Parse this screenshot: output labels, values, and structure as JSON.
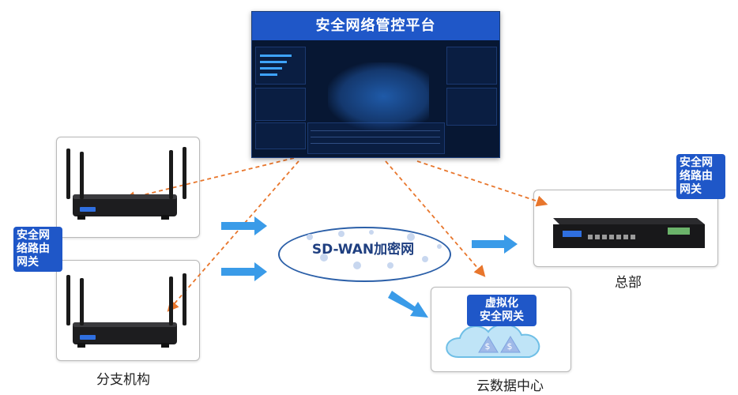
{
  "platform": {
    "title": "安全网络管控平台"
  },
  "network": {
    "label": "SD-WAN加密网"
  },
  "branch": {
    "caption": "分支机构",
    "badge_lines": [
      "安全网",
      "络路由",
      "网关"
    ]
  },
  "hq": {
    "caption": "总部",
    "badge_lines": [
      "安全网",
      "络路由",
      "网关"
    ]
  },
  "cloud": {
    "caption": "云数据中心",
    "badge_lines": [
      "虚拟化",
      "安全网关"
    ]
  },
  "colors": {
    "accent_blue": "#1f57c8",
    "arrow_blue": "#3a9be8",
    "dashed_orange": "#e8762c"
  }
}
